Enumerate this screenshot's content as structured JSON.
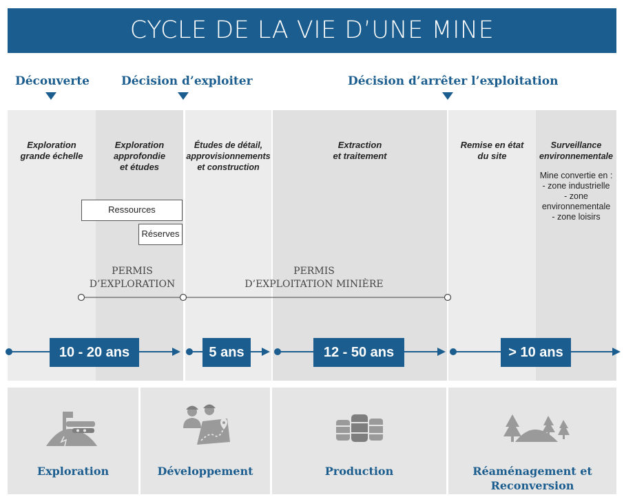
{
  "title": "CYCLE DE LA VIE D’UNE MINE",
  "milestones": {
    "discovery": "Découverte",
    "decision_exploit": "Décision d’exploiter",
    "decision_stop": "Décision d’arrêter l’exploitation"
  },
  "stages": {
    "exploration_large": [
      "Exploration",
      "grande échelle"
    ],
    "exploration_deep": [
      "Exploration",
      "approfondie",
      "et études"
    ],
    "detail_studies": [
      "Études de détail,",
      "approvisionnements",
      "et construction"
    ],
    "extraction": [
      "Extraction",
      "et traitement"
    ],
    "rehabilitation": [
      "Remise en état",
      "du site"
    ],
    "monitoring": [
      "Surveillance",
      "environnementale"
    ]
  },
  "conversion": {
    "heading": "Mine convertie en :",
    "items": [
      "- zone industrielle",
      "- zone",
      "environnementale",
      "- zone loisirs"
    ]
  },
  "boxes": {
    "resources": "Ressources",
    "reserves": "Réserves"
  },
  "permits": {
    "exploration": [
      "PERMIS",
      "D’EXPLORATION"
    ],
    "mining": [
      "PERMIS",
      "D’EXPLOITATION MINIÈRE"
    ]
  },
  "durations": [
    "10 - 20 ans",
    "5 ans",
    "12 - 50 ans",
    "> 10 ans"
  ],
  "phases": [
    {
      "label": [
        "Exploration"
      ],
      "icon": "exploration-drill-icon"
    },
    {
      "label": [
        "Développement"
      ],
      "icon": "workers-map-icon"
    },
    {
      "label": [
        "Production"
      ],
      "icon": "ore-barrels-icon"
    },
    {
      "label": [
        "Réaménagement et",
        "Reconversion"
      ],
      "icon": "trees-landscape-icon"
    }
  ],
  "colors": {
    "brand_blue": "#1b5d8e",
    "panel_light": "#ececec",
    "panel_dark": "#e0e0e0",
    "icon_gray": "#9a9a9a"
  }
}
